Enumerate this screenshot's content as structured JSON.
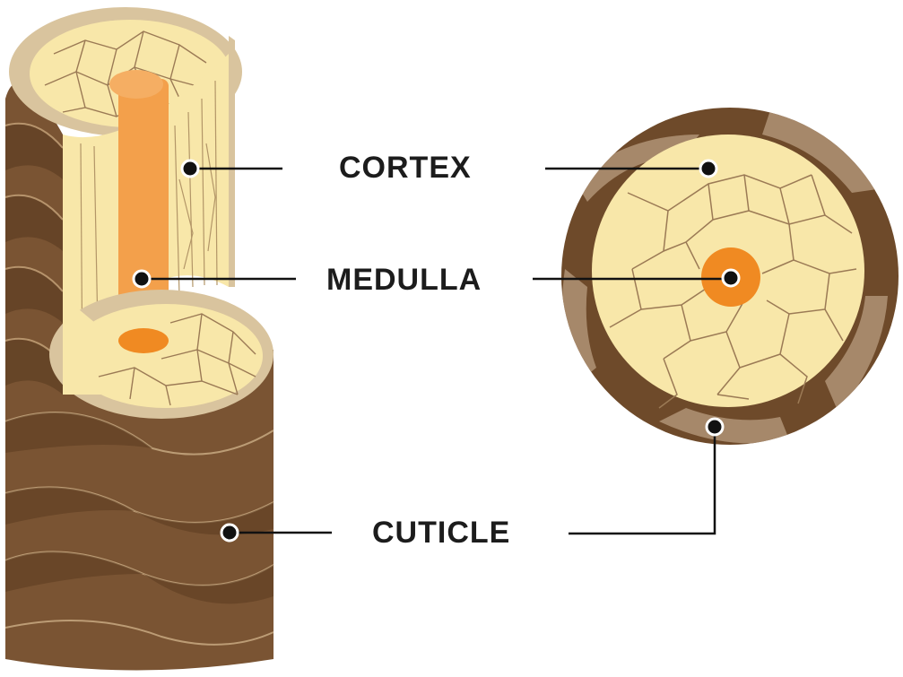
{
  "labels": {
    "cortex": "CORTEX",
    "medulla": "MEDULLA",
    "cuticle": "CUTICLE"
  },
  "colors": {
    "cuticle_dark": "#6e4a2a",
    "cuticle_mid": "#8a6440",
    "cuticle_light": "#b99d80",
    "cortex_fill": "#f8e7a9",
    "cortex_line": "#9b7a55",
    "medulla": "#f3a04b",
    "medulla_core": "#f08a22",
    "rim": "#d9c49e",
    "text": "#1c1c1c",
    "pointer": "#111111"
  },
  "icons": {
    "pointer_dot": "filled-circle-with-white-ring"
  }
}
